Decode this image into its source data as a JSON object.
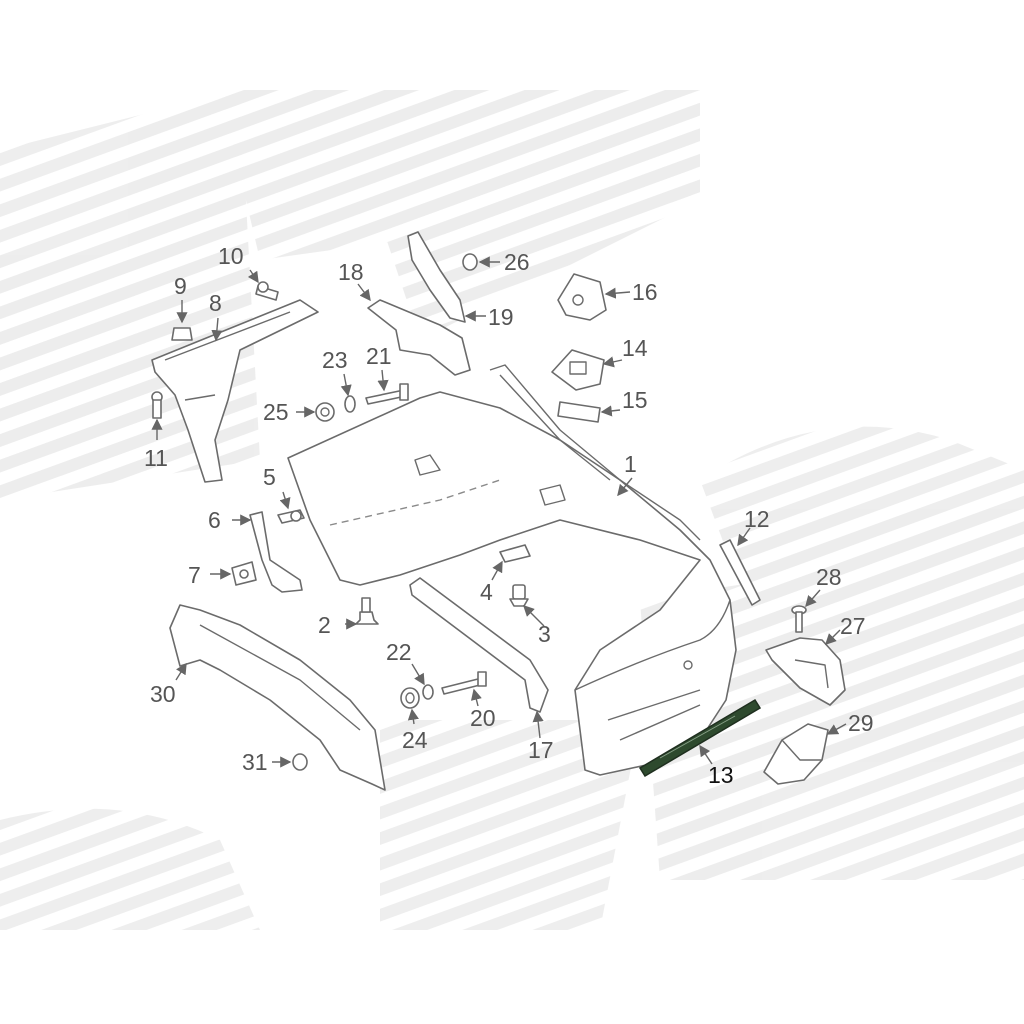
{
  "diagram": {
    "labels": {
      "p1": "1",
      "p2": "2",
      "p3": "3",
      "p4": "4",
      "p5": "5",
      "p6": "6",
      "p7": "7",
      "p8": "8",
      "p9": "9",
      "p10": "10",
      "p11": "11",
      "p12": "12",
      "p13": "13",
      "p14": "14",
      "p15": "15",
      "p16": "16",
      "p17": "17",
      "p18": "18",
      "p19": "19",
      "p20": "20",
      "p21": "21",
      "p22": "22",
      "p23": "23",
      "p24": "24",
      "p25": "25",
      "p26": "26",
      "p27": "27",
      "p28": "28",
      "p29": "29",
      "p30": "30",
      "p31": "31"
    },
    "highlighted_part": "13",
    "colors": {
      "line": "#6b6b6b",
      "label": "#555555",
      "highlight_label": "#111111",
      "highlight_part": "#2e4a2e",
      "watermark": "#ececec"
    }
  }
}
